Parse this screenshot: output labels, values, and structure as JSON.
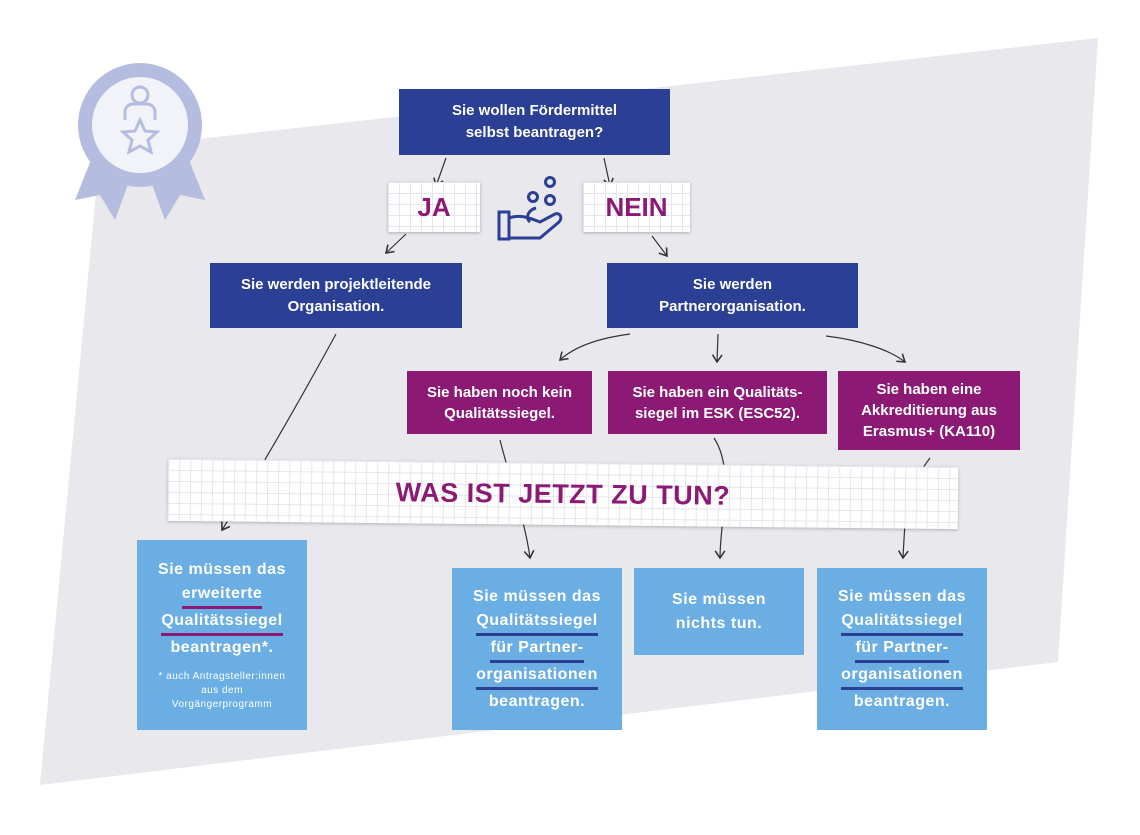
{
  "question": {
    "line1": "Sie wollen Fördermittel",
    "line2": "selbst beantragen?"
  },
  "answers": {
    "yes": "JA",
    "no": "NEIN"
  },
  "outcome_yes": {
    "line1": "Sie werden projektleitende",
    "line2": "Organisation."
  },
  "outcome_no": {
    "line1": "Sie werden",
    "line2": "Partnerorganisation."
  },
  "partner_cases": [
    {
      "line1": "Sie haben noch kein",
      "line2": "Qualitätssiegel."
    },
    {
      "line1": "Sie haben ein Qualitäts-",
      "line2": "siegel im ESK (ESC52)."
    },
    {
      "line1": "Sie haben eine",
      "line2": "Akkreditierung aus",
      "line3": "Erasmus+ (KA110)"
    }
  ],
  "banner": "WAS IST JETZT ZU TUN?",
  "actions": [
    {
      "line1": "Sie müssen das",
      "line2": "erweiterte",
      "line3": "Qualitätssiegel",
      "line4": "beantragen*.",
      "note1": "* auch Antragsteller:innen",
      "note2": "aus dem",
      "note3": "Vorgängerprogramm"
    },
    {
      "line1": "Sie müssen das",
      "line2": "Qualitätssiegel",
      "line3": "für Partner-",
      "line4": "organisationen",
      "line5": "beantragen."
    },
    {
      "line1": "Sie müssen",
      "line2": "nichts tun."
    },
    {
      "line1": "Sie müssen das",
      "line2": "Qualitätssiegel",
      "line3": "für Partner-",
      "line4": "organisationen",
      "line5": "beantragen."
    }
  ],
  "colors": {
    "dark_blue": "#2b3f94",
    "purple": "#8c1a74",
    "light_blue": "#6aaee3",
    "background": "#e9e8ec",
    "badge": "#b4bde0"
  }
}
